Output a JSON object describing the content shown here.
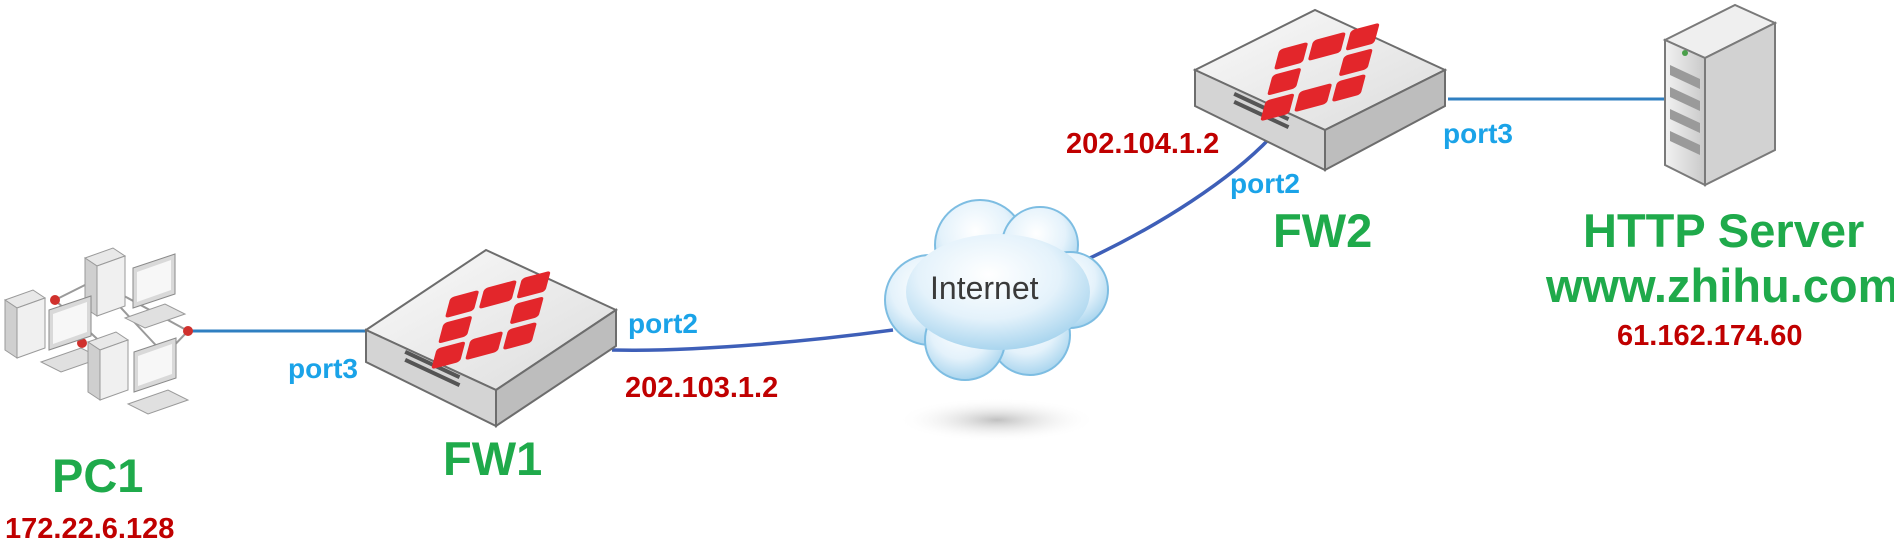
{
  "devices": {
    "pc1": {
      "name": "PC1",
      "ip": "172.22.6.128"
    },
    "fw1": {
      "name": "FW1",
      "port_lan": "port3",
      "port_wan": "port2",
      "wan_ip": "202.103.1.2"
    },
    "internet": {
      "label": "Internet"
    },
    "fw2": {
      "name": "FW2",
      "port_wan": "port2",
      "wan_ip": "202.104.1.2",
      "port_lan": "port3"
    },
    "server": {
      "name": "HTTP Server",
      "domain": "www.zhihu.com",
      "ip": "61.162.174.60"
    }
  },
  "colors": {
    "device_name": "#1faa4b",
    "ip_address": "#c00000",
    "port_label": "#1aa3e8",
    "link_lan": "#2f7fc1",
    "link_wan": "#3e5fb8",
    "fortinet_logo": "#e3262b"
  },
  "icons": {
    "pc": "desktop-computer-icon",
    "firewall": "firewall-appliance-icon",
    "cloud": "cloud-icon",
    "server": "tower-server-icon"
  }
}
